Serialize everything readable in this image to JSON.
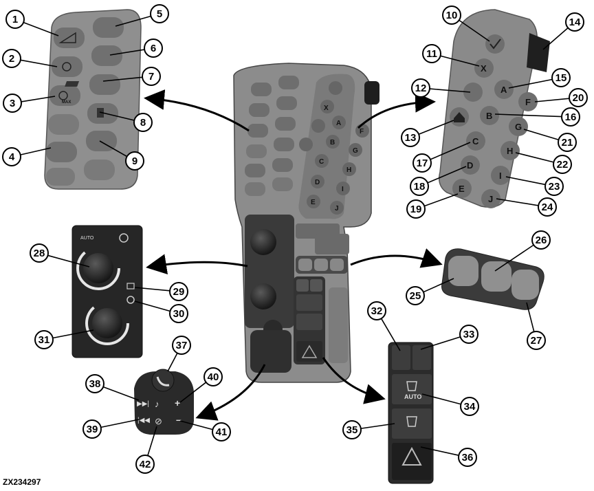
{
  "figure_code": "ZX234297",
  "callouts": [
    "1",
    "2",
    "3",
    "4",
    "5",
    "6",
    "7",
    "8",
    "9",
    "10",
    "11",
    "12",
    "13",
    "14",
    "15",
    "16",
    "17",
    "18",
    "19",
    "20",
    "21",
    "22",
    "23",
    "24",
    "25",
    "26",
    "27",
    "28",
    "29",
    "30",
    "31",
    "32",
    "33",
    "34",
    "35",
    "36",
    "37",
    "38",
    "39",
    "40",
    "41",
    "42"
  ],
  "key_letters": [
    "A",
    "B",
    "C",
    "D",
    "E",
    "F",
    "G",
    "H",
    "I",
    "J",
    "X"
  ],
  "labels": {
    "auto": "AUTO",
    "max": "MAX"
  },
  "colors": {
    "panel": "#8a8a8a",
    "panel_dark": "#2b2b2b",
    "button": "#6e6e6e",
    "leader": "#000000"
  }
}
